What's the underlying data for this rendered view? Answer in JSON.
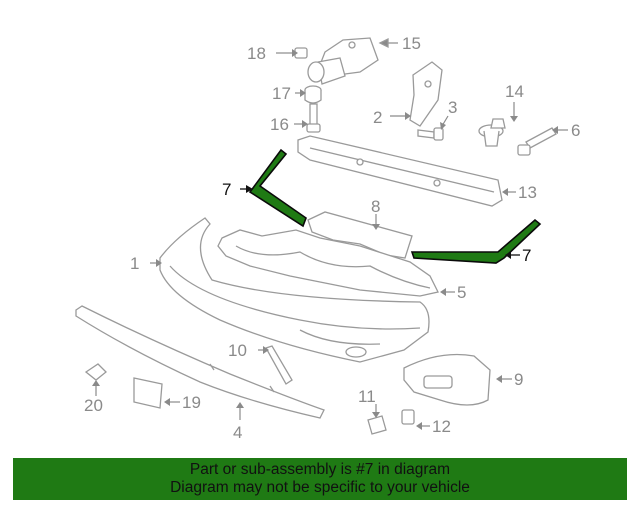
{
  "diagram": {
    "callouts": {
      "c1": "1",
      "c2": "2",
      "c3": "3",
      "c4": "4",
      "c5": "5",
      "c6": "6",
      "c7a": "7",
      "c7b": "7",
      "c8": "8",
      "c9": "9",
      "c10": "10",
      "c11": "11",
      "c12": "12",
      "c13": "13",
      "c14": "14",
      "c15": "15",
      "c16": "16",
      "c17": "17",
      "c18": "18",
      "c19": "19",
      "c20": "20"
    },
    "highlight_color": "#1f7a14"
  },
  "banner": {
    "line1": "Part or sub-assembly is #7 in diagram",
    "line2": "Diagram may not be specific to your vehicle",
    "bg_color": "#1f7a14"
  }
}
